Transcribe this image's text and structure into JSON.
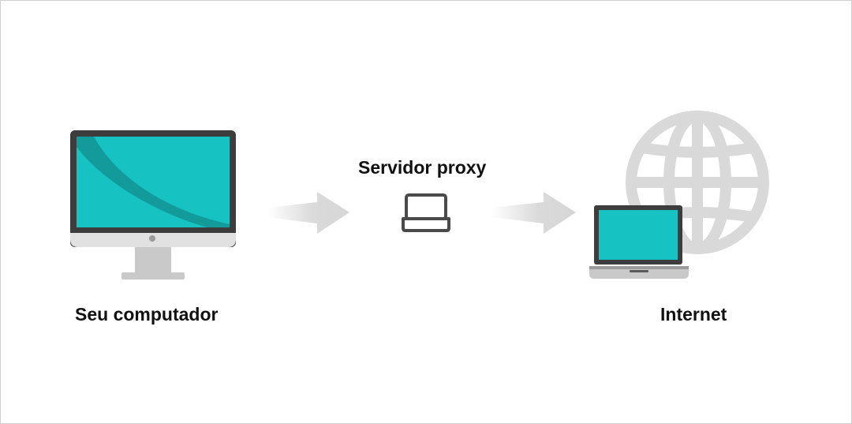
{
  "diagram": {
    "nodes": {
      "computer": {
        "label": "Seu computador"
      },
      "proxy": {
        "label": "Servidor proxy"
      },
      "internet": {
        "label": "Internet"
      }
    },
    "flow": [
      "computer",
      "proxy",
      "internet"
    ]
  },
  "colors": {
    "screen": "#16c2c2",
    "screen_shade": "#139a9a",
    "bezel": "#3d3d3d",
    "stand": "#c9c9c9",
    "chin": "#e1e1e1",
    "arrow": "#d6d6d6",
    "globe": "#d9d9d9",
    "text": "#111111"
  }
}
